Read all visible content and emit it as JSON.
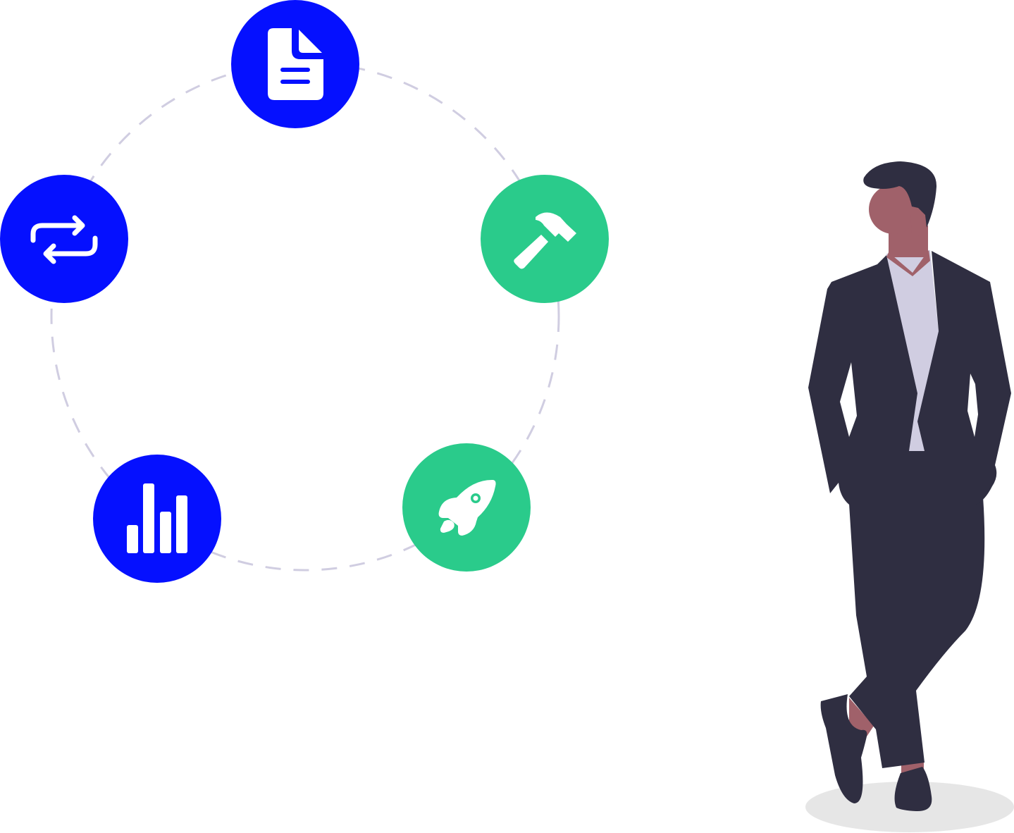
{
  "colors": {
    "primary": "#0510FF",
    "accent": "#2ACB8B",
    "dash": "#D0CDE1",
    "suit": "#2F2E41",
    "skin": "#A0616A",
    "shirt": "#D0CDE1",
    "shadow": "#E6E6E6",
    "icon": "#FFFFFF"
  },
  "cycle_nodes": [
    {
      "icon": "document-icon",
      "color": "primary"
    },
    {
      "icon": "hammer-icon",
      "color": "accent"
    },
    {
      "icon": "rocket-icon",
      "color": "accent"
    },
    {
      "icon": "bar-chart-icon",
      "color": "primary"
    },
    {
      "icon": "repeat-icon",
      "color": "primary"
    }
  ]
}
